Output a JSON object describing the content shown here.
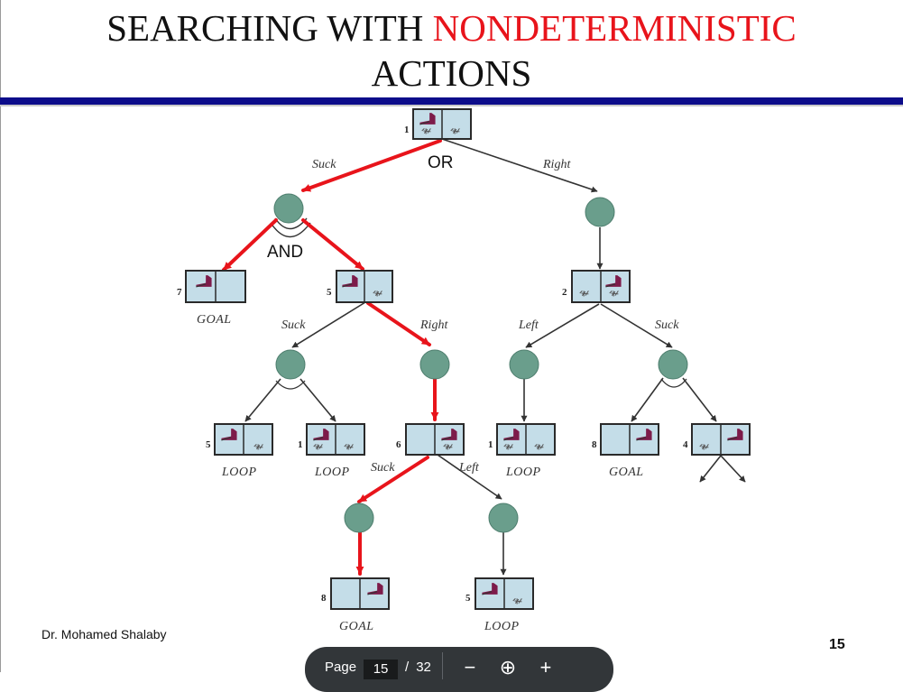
{
  "title": {
    "part1": "SEARCHING WITH ",
    "part2": "NONDETERMINISTIC",
    "part3": "ACTIONS"
  },
  "colors": {
    "accent": "#e8141b",
    "header_bar": "#0c0c8a",
    "node_fill": "#6a9e8c",
    "state_fill": "#c4dde8",
    "highlight_edge": "#e8141b"
  },
  "diagram": {
    "or_label": "OR",
    "and_label": "AND",
    "edges": {
      "suck": "Suck",
      "right": "Right",
      "left": "Left"
    },
    "outcomes": {
      "goal": "GOAL",
      "loop": "LOOP"
    },
    "state_numbers": {
      "s1": "1",
      "s2": "2",
      "s4": "4",
      "s5": "5",
      "s6": "6",
      "s7": "7",
      "s8": "8"
    }
  },
  "footer": {
    "author": "Dr. Mohamed Shalaby",
    "slide_number": "15"
  },
  "pager": {
    "label": "Page",
    "current": "15",
    "separator": "/",
    "total": "32",
    "zoom_out": "−",
    "zoom_fit": "⊕",
    "zoom_in": "+"
  }
}
